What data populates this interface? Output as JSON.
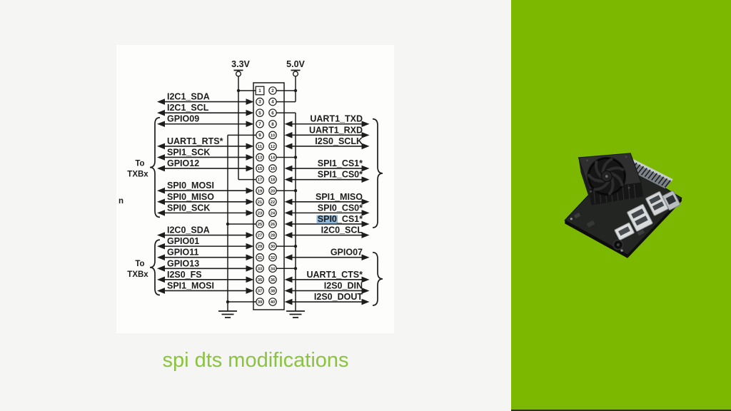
{
  "slide": {
    "title": "spi dts modifications"
  },
  "colors": {
    "slide_background": "#f5f5f4",
    "diagram_background": "#fdfdfc",
    "ink": "#1d1d1d",
    "title_green": "#8bc341",
    "panel_green": "#7db800",
    "panel_bottom_edge": "#29330b",
    "selection_highlight": "#8fb8da"
  },
  "diagram": {
    "stray_text": "n",
    "power_rails": [
      {
        "label": "3.3V",
        "pins": [
          1,
          17
        ]
      },
      {
        "label": "5.0V",
        "pins": [
          2,
          4
        ]
      }
    ],
    "ground_rails": [
      {
        "pins": [
          9,
          25,
          39
        ]
      },
      {
        "pins": [
          6,
          14,
          20,
          30,
          34
        ]
      }
    ],
    "pin_numbers": [
      1,
      2,
      3,
      4,
      5,
      6,
      7,
      8,
      9,
      10,
      11,
      12,
      13,
      14,
      15,
      16,
      17,
      18,
      19,
      20,
      21,
      22,
      23,
      24,
      25,
      26,
      27,
      28,
      29,
      30,
      31,
      32,
      33,
      34,
      35,
      36,
      37,
      38,
      39,
      40
    ],
    "left_signals": [
      {
        "label": "I2C1_SDA",
        "pin": 3
      },
      {
        "label": "I2C1_SCL",
        "pin": 5
      },
      {
        "label": "GPIO09",
        "pin": 7
      },
      {
        "label": "UART1_RTS*",
        "pin": 11
      },
      {
        "label": "SPI1_SCK",
        "pin": 13
      },
      {
        "label": "GPIO12",
        "pin": 15
      },
      {
        "label": "SPI0_MOSI",
        "pin": 19
      },
      {
        "label": "SPI0_MISO",
        "pin": 21
      },
      {
        "label": "SPI0_SCK",
        "pin": 23
      },
      {
        "label": "I2C0_SDA",
        "pin": 27
      },
      {
        "label": "GPIO01",
        "pin": 29
      },
      {
        "label": "GPIO11",
        "pin": 31
      },
      {
        "label": "GPIO13",
        "pin": 33
      },
      {
        "label": "I2S0_FS",
        "pin": 35
      },
      {
        "label": "SPI1_MOSI",
        "pin": 37
      }
    ],
    "right_signals": [
      {
        "label": "UART1_TXD",
        "pin": 8
      },
      {
        "label": "UART1_RXD",
        "pin": 10
      },
      {
        "label": "I2S0_SCLK",
        "pin": 12
      },
      {
        "label": "SPI1_CS1*",
        "pin": 16
      },
      {
        "label": "SPI1_CS0*",
        "pin": 18
      },
      {
        "label": "SPI1_MISO",
        "pin": 22
      },
      {
        "label": "SPI0_CS0*",
        "pin": 24
      },
      {
        "label": "SPI0_CS1*",
        "pin": 26,
        "highlighted_prefix": "SPI0"
      },
      {
        "label": "I2C0_SCL",
        "pin": 28
      },
      {
        "label": "GPIO07",
        "pin": 32
      },
      {
        "label": "UART1_CTS*",
        "pin": 36
      },
      {
        "label": "I2S0_DIN",
        "pin": 38
      },
      {
        "label": "I2S0_DOUT",
        "pin": 40
      }
    ],
    "brace_groups": [
      {
        "side": "left",
        "label": "To TXBx",
        "from_pin": 7,
        "to_pin": 23
      },
      {
        "side": "left",
        "label": "To TXBx",
        "from_pin": 29,
        "to_pin": 37
      },
      {
        "side": "right",
        "from_pin": 8,
        "to_pin": 26
      },
      {
        "side": "right",
        "from_pin": 32,
        "to_pin": 40
      }
    ]
  }
}
